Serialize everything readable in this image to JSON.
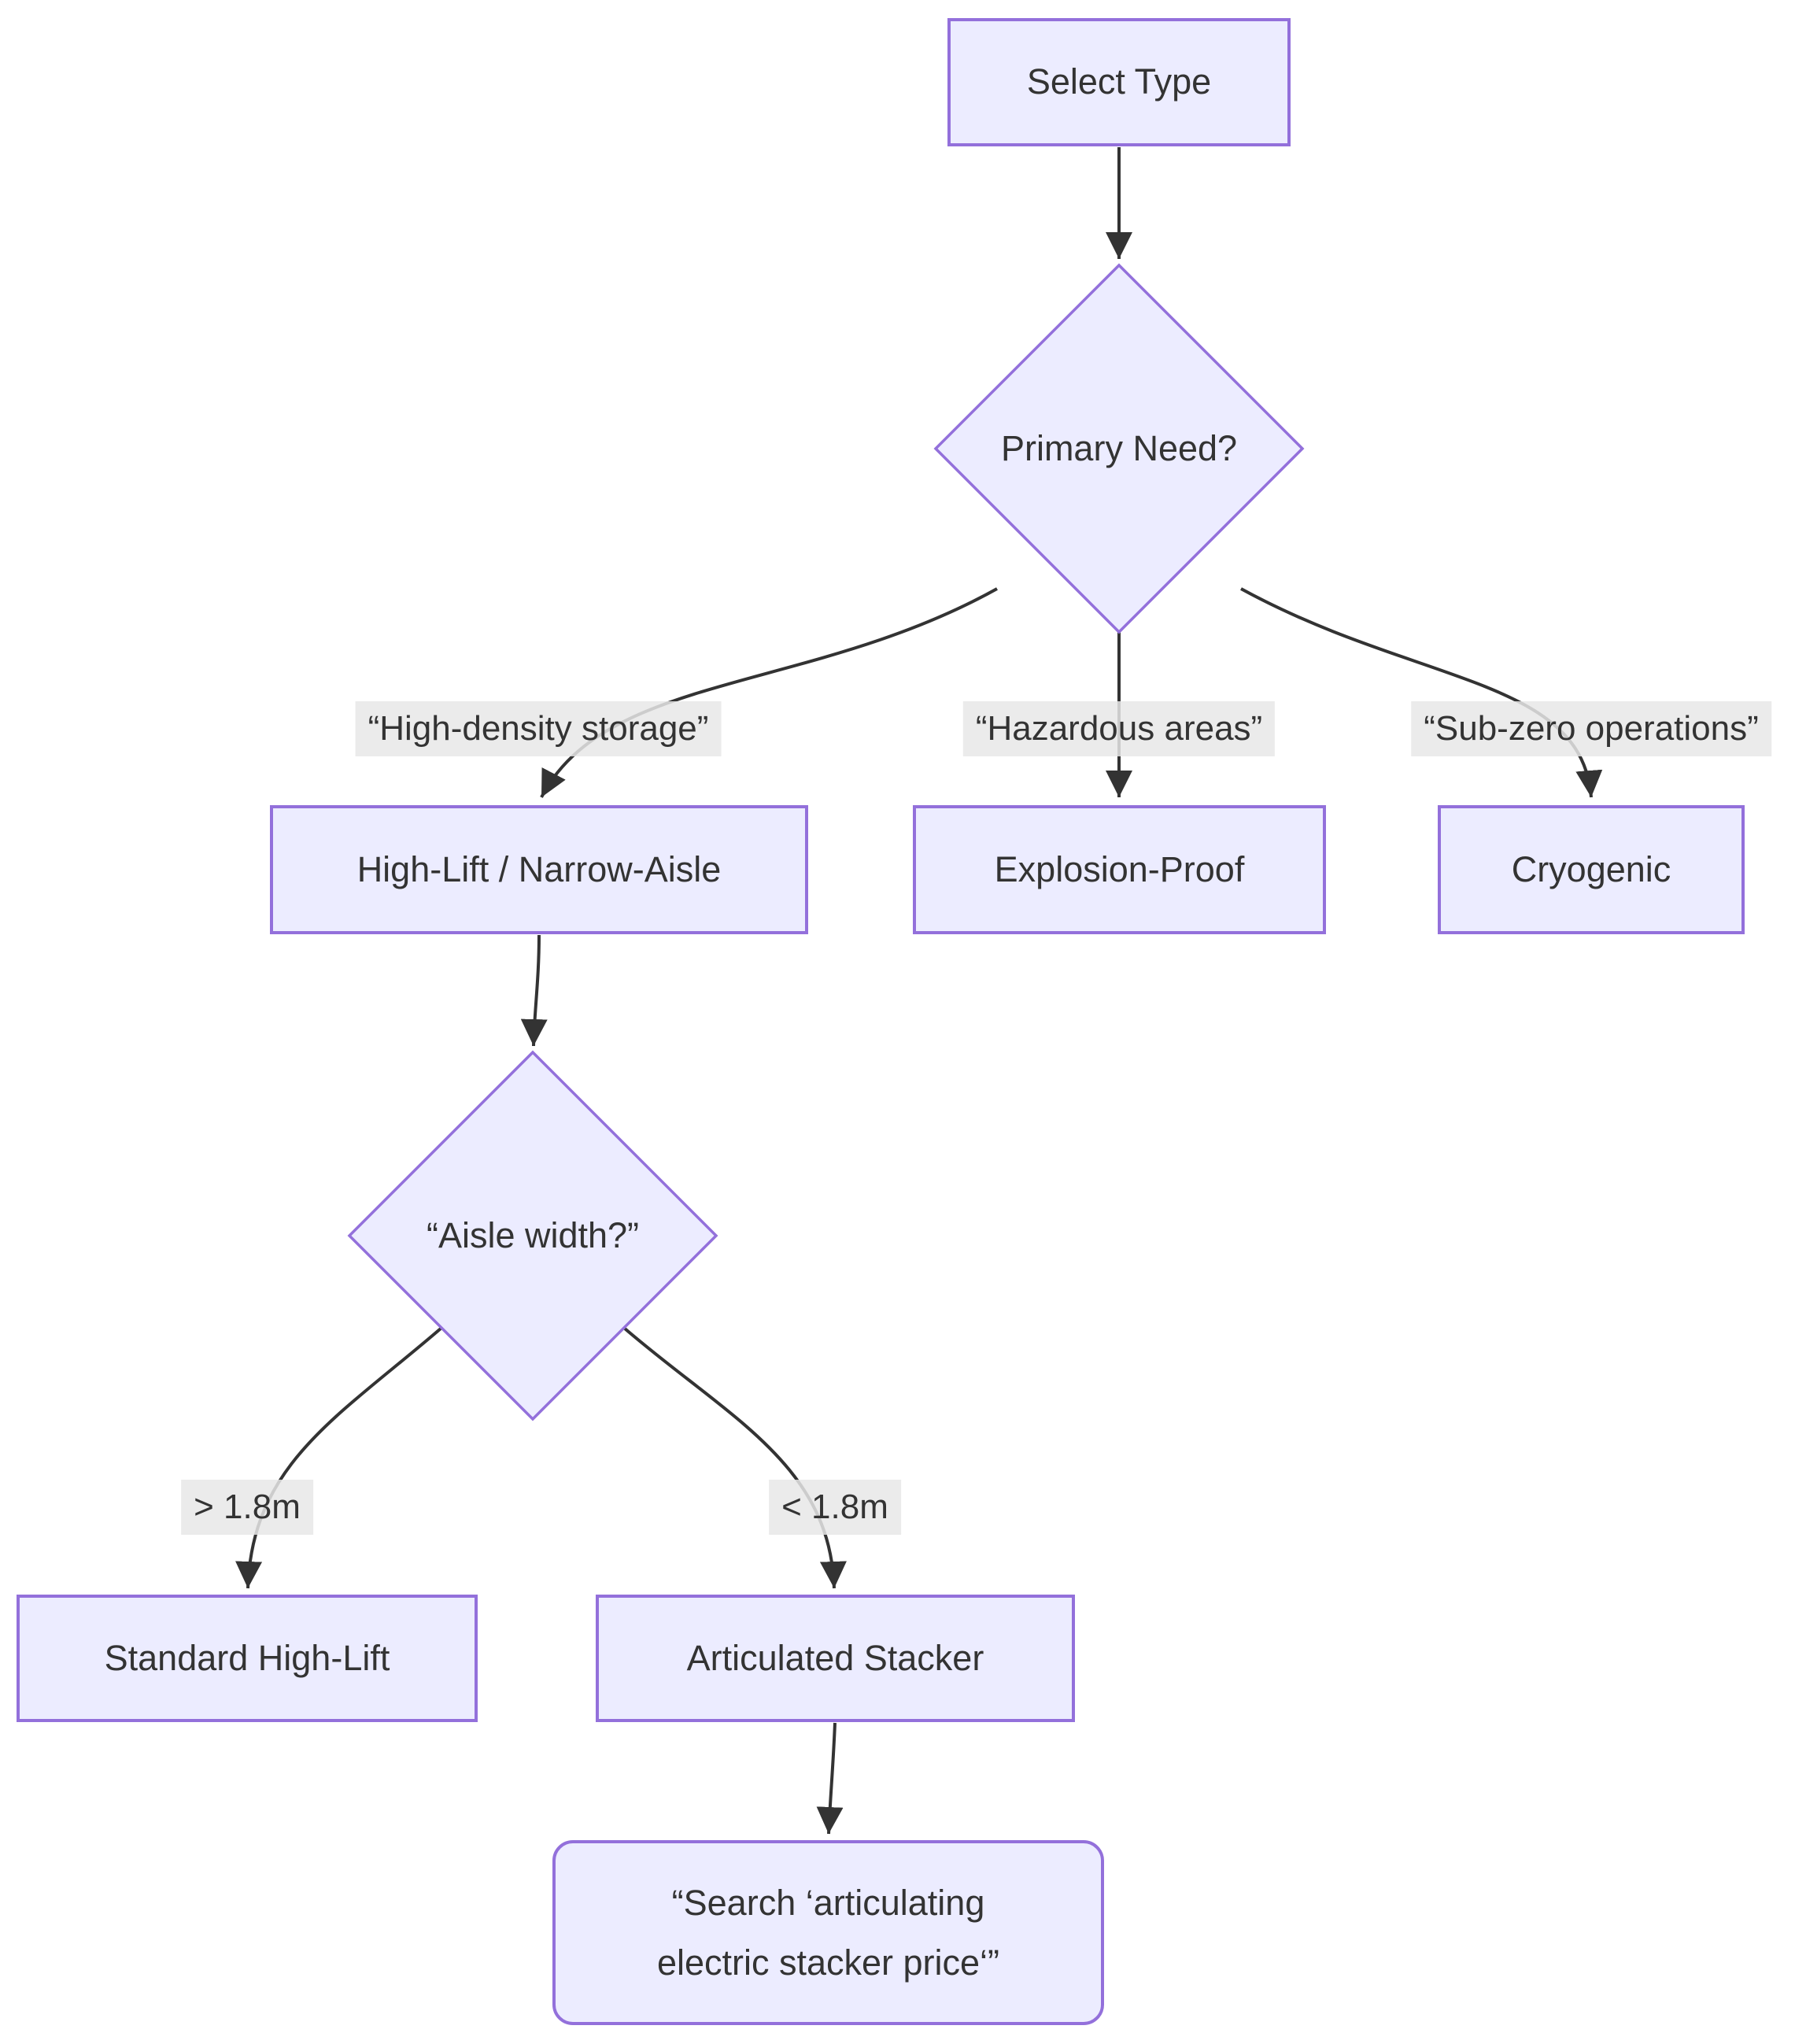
{
  "diagram": {
    "title_implicit": "Forklift type selection flowchart",
    "nodes": {
      "select_type": {
        "label": "Select Type"
      },
      "primary_need": {
        "label": "Primary Need?"
      },
      "high_lift_narrow_aisle": {
        "label": "High-Lift / Narrow-Aisle"
      },
      "explosion_proof": {
        "label": "Explosion-Proof"
      },
      "cryogenic": {
        "label": "Cryogenic"
      },
      "aisle_width": {
        "label": "“Aisle width?”"
      },
      "standard_high_lift": {
        "label": "Standard High-Lift"
      },
      "articulated_stacker": {
        "label": "Articulated Stacker"
      },
      "search_action": {
        "line1": "“Search ‘articulating",
        "line2": "electric stacker price‘”"
      }
    },
    "edge_labels": {
      "high_density_storage": "“High-density storage”",
      "hazardous_areas": "“Hazardous areas”",
      "sub_zero_operations": "“Sub-zero operations”",
      "aisle_gt": "> 1.8m",
      "aisle_lt": "< 1.8m"
    },
    "colors": {
      "node_fill": "#ECECFF",
      "node_border": "#9370DB",
      "edge": "#333333",
      "text": "#333333",
      "label_bg": "#e8e8e8d9",
      "background": "#ffffff"
    }
  }
}
